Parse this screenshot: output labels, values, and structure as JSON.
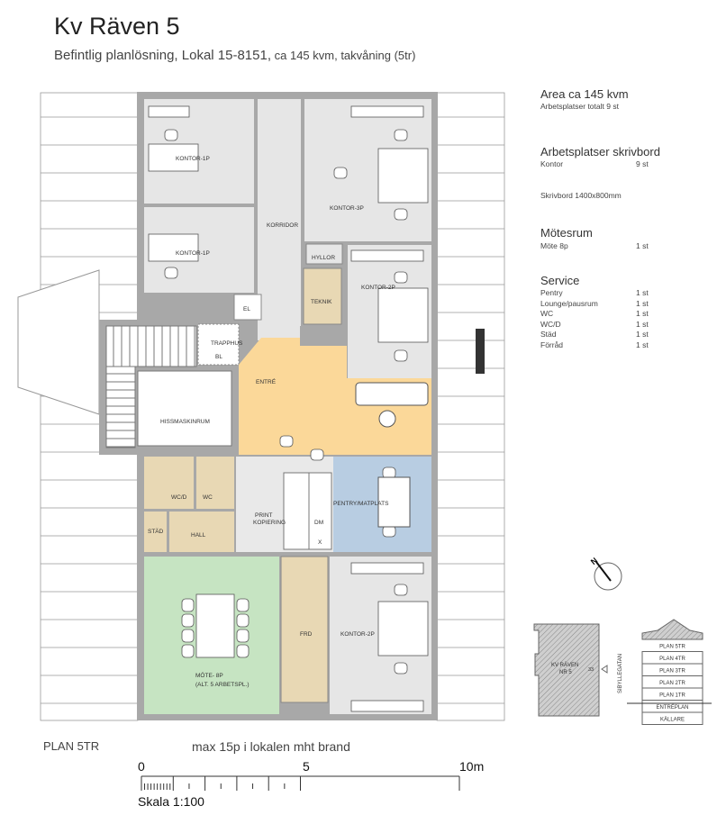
{
  "header": {
    "title": "Kv Räven 5",
    "subtitle_main": "Befintlig planlösning, Lokal 15-8151,",
    "subtitle_small": " ca 145 kvm, takvåning (5tr)"
  },
  "summary": {
    "area_heading": "Area ca 145 kvm",
    "area_sub": "Arbetsplatser totalt 9 st",
    "desks_heading": "Arbetsplatser skrivbord",
    "desks_items": [
      {
        "label": "Kontor",
        "value": "9 st"
      }
    ],
    "desk_size": "Skrivbord 1400x800mm",
    "meeting_heading": "Mötesrum",
    "meeting_items": [
      {
        "label": "Möte 8p",
        "value": "1 st"
      }
    ],
    "service_heading": "Service",
    "service_items": [
      {
        "label": "Pentry",
        "value": "1 st"
      },
      {
        "label": "Lounge/pausrum",
        "value": "1 st"
      },
      {
        "label": "WC",
        "value": "1 st"
      },
      {
        "label": "WC/D",
        "value": "1 st"
      },
      {
        "label": "Städ",
        "value": "1 st"
      },
      {
        "label": "Förråd",
        "value": "1 st"
      }
    ]
  },
  "rooms": {
    "kontor_1p_a": "KONTOR-1P",
    "kontor_1p_b": "KONTOR-1P",
    "korridor": "KORRIDOR",
    "kontor_3p": "KONTOR-3P",
    "hyllor": "HYLLOR",
    "teknik": "TEKNIK",
    "kontor_2p_a": "KONTOR-2P",
    "el": "EL",
    "trapphus": "TRAPPHUS",
    "bl": "BL",
    "entre": "ENTRÉ",
    "hissmaskinrum": "HISSMASKINRUM",
    "wc_d": "WC/D",
    "wc": "WC",
    "stad": "STÄD",
    "hall": "HALL",
    "print_1": "PRINT",
    "print_2": "KOPIERING",
    "dm": "DM",
    "x": "X",
    "pentry": "PENTRY/MATPLATS",
    "mote_1": "MÖTE- 8P",
    "mote_2": "(ALT. 5 ARBETSPL.)",
    "frd": "FRD",
    "kontor_2p_b": "KONTOR-2P"
  },
  "colors": {
    "entre": "#fbd899",
    "pentry": "#b8cde2",
    "mote": "#c6e4c2",
    "tan": "#e8d8b4",
    "floor": "#e6e6e6",
    "wall": "#a8a8a8"
  },
  "compass": {
    "label": "N"
  },
  "site_plan": {
    "block": "KV RÄVEN",
    "block_nr": "NR 5",
    "number": "33",
    "street": "SIBYLLEGATAN"
  },
  "levels": [
    "PLAN 5TR",
    "PLAN 4TR",
    "PLAN 3TR",
    "PLAN 2TR",
    "PLAN 1TR",
    "ENTRÉPLAN",
    "KÄLLARE"
  ],
  "footer": {
    "plan_label": "PLAN 5TR",
    "note": "max 15p i lokalen mht brand",
    "scale_labels": [
      "0",
      "5",
      "10m"
    ],
    "scale_text": "Skala 1:100"
  }
}
